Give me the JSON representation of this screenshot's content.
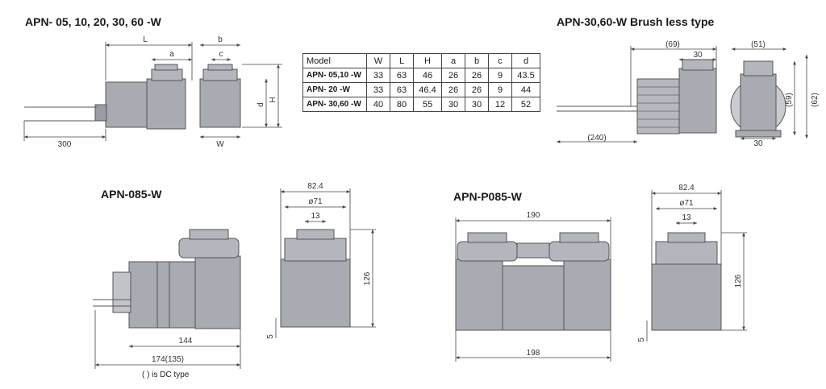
{
  "titles": {
    "t1": "APN- 05, 10, 20, 30, 60 -W",
    "t2": "APN-30,60-W  Brush less type",
    "t3": "APN-085-W",
    "t4": "APN-P085-W"
  },
  "table": {
    "headers": [
      "Model",
      "W",
      "L",
      "H",
      "a",
      "b",
      "c",
      "d"
    ],
    "rows": [
      [
        "APN- 05,10 -W",
        "33",
        "63",
        "46",
        "26",
        "26",
        "9",
        "43.5"
      ],
      [
        "APN- 20 -W",
        "33",
        "63",
        "46.4",
        "26",
        "26",
        "9",
        "44"
      ],
      [
        "APN- 30,60 -W",
        "40",
        "80",
        "55",
        "30",
        "30",
        "12",
        "52"
      ]
    ]
  },
  "dims1": {
    "L": "L",
    "a": "a",
    "b": "b",
    "c": "c",
    "d": "d",
    "H": "H",
    "W": "W",
    "cable": "300"
  },
  "dims2": {
    "d69": "(69)",
    "d30a": "30",
    "d51": "(51)",
    "d59": "(59)",
    "d62": "(62)",
    "d240": "(240)",
    "d30b": "30"
  },
  "dims3": {
    "d144": "144",
    "d174": "174(135)",
    "w82": "82.4",
    "o71": "ø71",
    "d13": "13",
    "d126": "126",
    "d5": "5"
  },
  "dims4": {
    "d190": "190",
    "d198": "198",
    "w82": "82.4",
    "o71": "ø71",
    "d13": "13",
    "d126": "126",
    "d5": "5"
  },
  "note": "( ) is DC type",
  "colors": {
    "body": "#a9abb3",
    "dark": "#8d9098",
    "line": "#444444"
  }
}
